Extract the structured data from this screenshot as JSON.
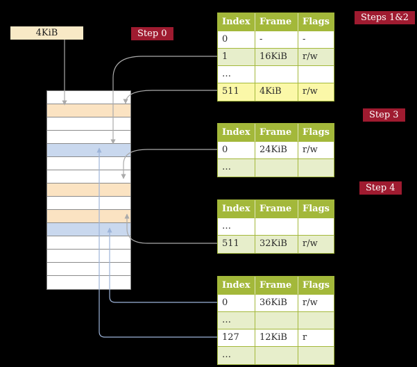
{
  "frame_size_label": "4KiB",
  "badges": {
    "steps12": "Steps 1&2",
    "step0": "Step 0",
    "step3": "Step 3",
    "step4": "Step 4"
  },
  "memory": {
    "rows": [
      {
        "color": "white"
      },
      {
        "color": "peach"
      },
      {
        "color": "white"
      },
      {
        "color": "white"
      },
      {
        "color": "blue"
      },
      {
        "color": "white"
      },
      {
        "color": "white"
      },
      {
        "color": "peach"
      },
      {
        "color": "white"
      },
      {
        "color": "peach"
      },
      {
        "color": "blue"
      },
      {
        "color": "white"
      },
      {
        "color": "white"
      },
      {
        "color": "white"
      },
      {
        "color": "white"
      }
    ]
  },
  "tables": [
    {
      "id": "table-steps-1-2",
      "headers": [
        "Index",
        "Frame",
        "Flags"
      ],
      "rows": [
        {
          "cells": [
            "0",
            "-",
            "-"
          ],
          "bg": "white"
        },
        {
          "cells": [
            "1",
            "16KiB",
            "r/w"
          ],
          "bg": "green"
        },
        {
          "cells": [
            "…",
            "",
            ""
          ],
          "bg": "white"
        },
        {
          "cells": [
            "511",
            "4KiB",
            "r/w"
          ],
          "bg": "yellow"
        }
      ]
    },
    {
      "id": "table-step-3",
      "headers": [
        "Index",
        "Frame",
        "Flags"
      ],
      "rows": [
        {
          "cells": [
            "0",
            "24KiB",
            "r/w"
          ],
          "bg": "white"
        },
        {
          "cells": [
            "…",
            "",
            ""
          ],
          "bg": "green"
        }
      ]
    },
    {
      "id": "table-step-4",
      "headers": [
        "Index",
        "Frame",
        "Flags"
      ],
      "rows": [
        {
          "cells": [
            "…",
            "",
            ""
          ],
          "bg": "white"
        },
        {
          "cells": [
            "511",
            "32KiB",
            "r/w"
          ],
          "bg": "green"
        }
      ]
    },
    {
      "id": "table-final",
      "headers": [
        "Index",
        "Frame",
        "Flags"
      ],
      "rows": [
        {
          "cells": [
            "0",
            "36KiB",
            "r/w"
          ],
          "bg": "white"
        },
        {
          "cells": [
            "…",
            "",
            ""
          ],
          "bg": "green"
        },
        {
          "cells": [
            "127",
            "12KiB",
            "r"
          ],
          "bg": "white"
        },
        {
          "cells": [
            "…",
            "",
            ""
          ],
          "bg": "green"
        }
      ]
    }
  ],
  "colors": {
    "background": "#000000",
    "badge": "#9f1b30",
    "frame_label_bg": "#f8e9c6",
    "table_header": "#a3b83a",
    "row_green": "#e7eecb",
    "row_yellow": "#fbf8a8",
    "mem_peach": "#fbe3c2",
    "mem_blue": "#c9d8ee",
    "arrow_gray": "#aaaaaa",
    "arrow_blue": "#9db4d9"
  }
}
